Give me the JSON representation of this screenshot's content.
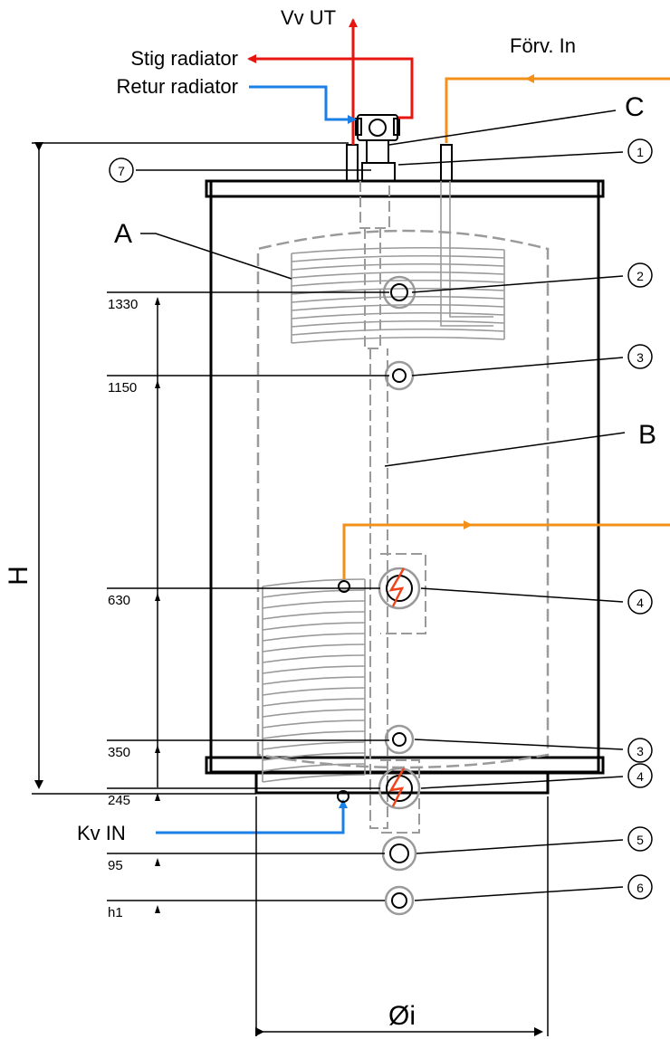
{
  "labels": {
    "hot_water_out": "Vv UT",
    "radiator_flow": "Stig radiator",
    "radiator_return": "Retur radiator",
    "preheat_in": "Förv. In",
    "cold_water_in": "Kv IN",
    "coil_a": "A",
    "pipe_b": "B",
    "valve_c": "C",
    "height": "H",
    "inner_diameter": "Øi"
  },
  "dimensions": [
    "1330",
    "1150",
    "630",
    "350",
    "245",
    "95",
    "h1"
  ],
  "callouts": [
    "1",
    "2",
    "3",
    "4",
    "3",
    "4",
    "5",
    "6",
    "7"
  ],
  "colors": {
    "hot": "#e8150f",
    "cold": "#1a7fe6",
    "preheat": "#f39019",
    "heater": "#f0441a",
    "outline": "#000000",
    "internal": "#9a9a9a"
  }
}
